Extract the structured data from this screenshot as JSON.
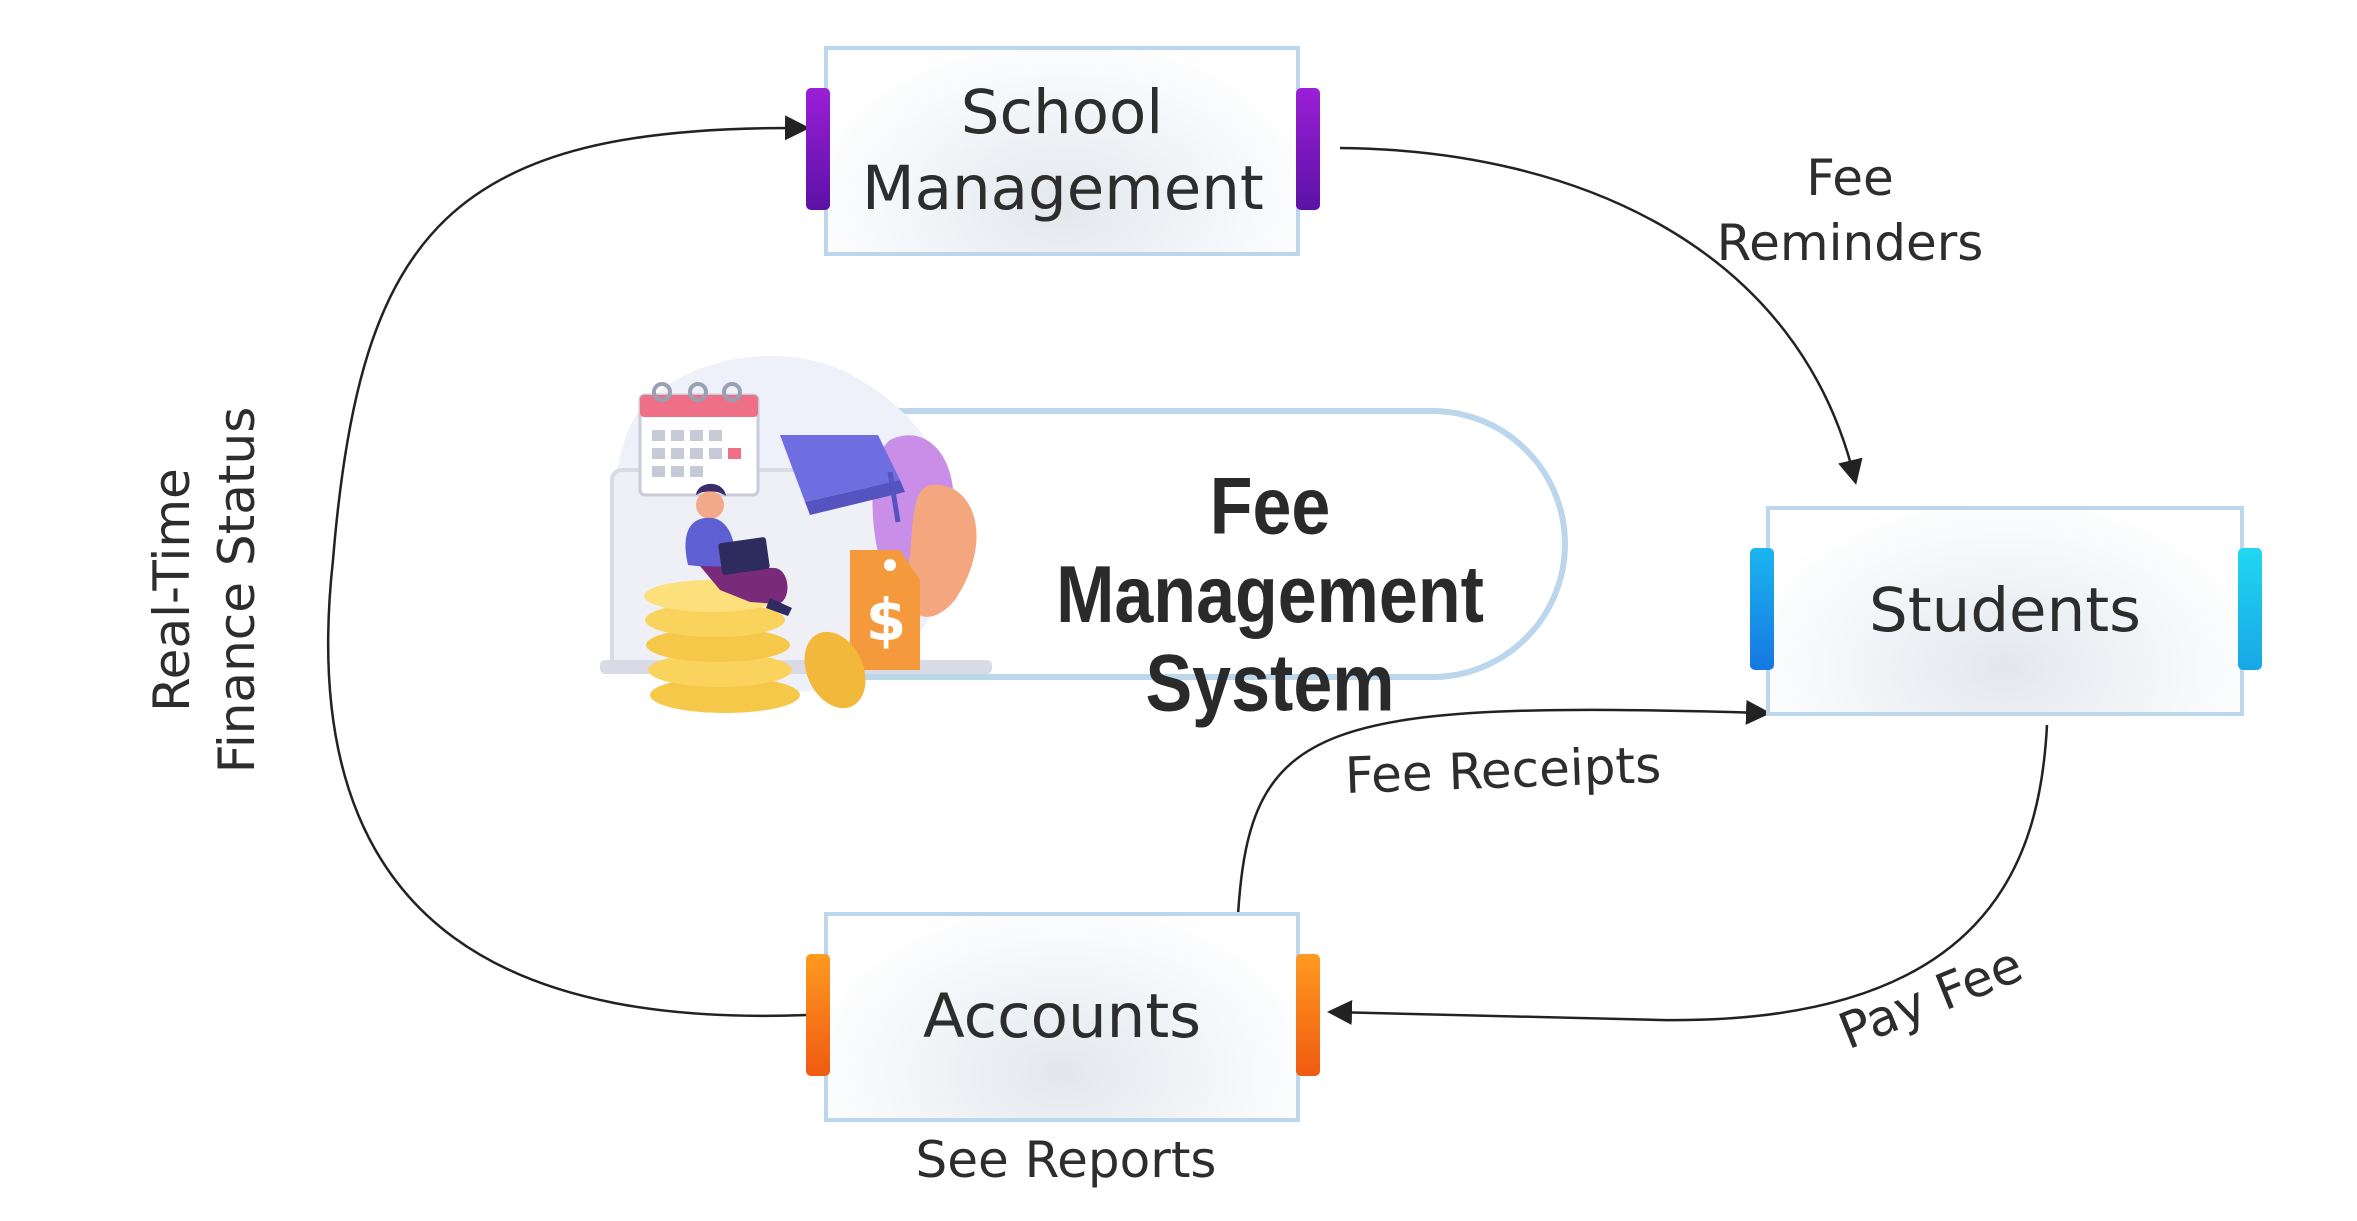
{
  "nodes": {
    "school": "School Management",
    "students": "Students",
    "accounts": "Accounts"
  },
  "center": {
    "title_line1": "Fee Management",
    "title_line2": "System"
  },
  "edges": {
    "fee_reminders_line1": "Fee",
    "fee_reminders_line2": "Reminders",
    "fee_receipts": "Fee Receipts",
    "pay_fee": "Pay Fee",
    "see_reports": "See Reports",
    "finance_line1": "Real-Time",
    "finance_line2": "Finance Status"
  },
  "colors": {
    "box_border": "#bcd6ec",
    "school_accent": "#7a16c0",
    "students_accent": "#1a9ae8",
    "accounts_accent": "#f5731a",
    "arrow": "#222222"
  }
}
